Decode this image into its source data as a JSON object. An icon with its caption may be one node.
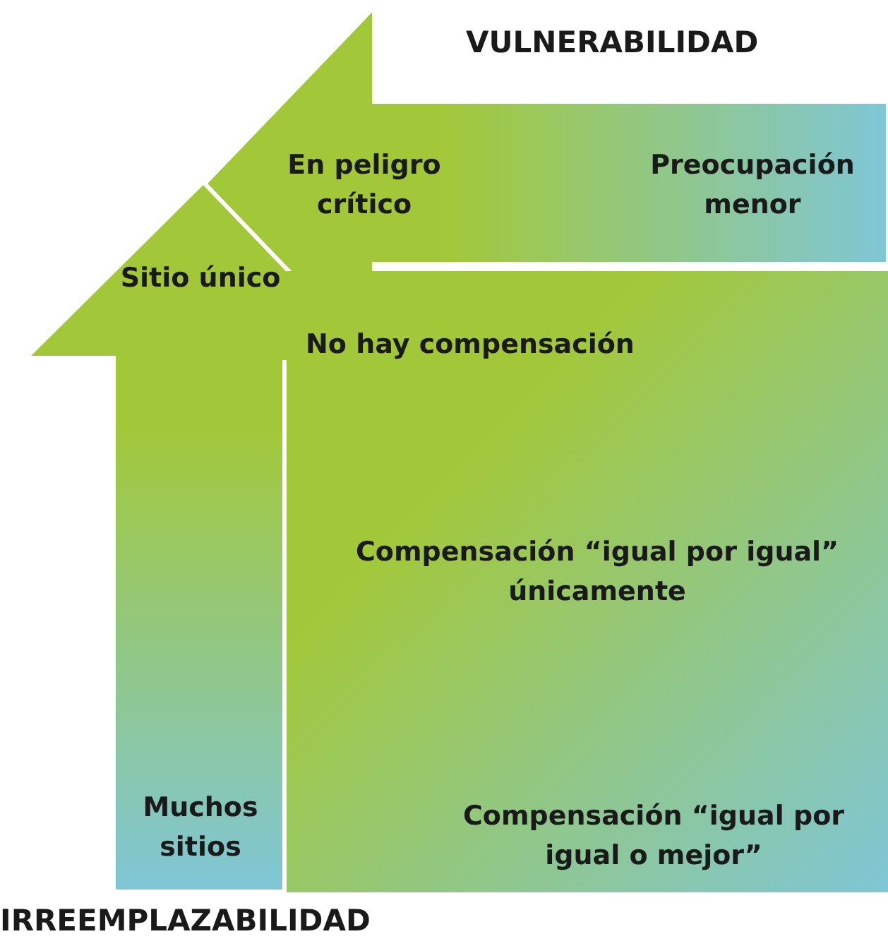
{
  "diagram": {
    "nodes": [
      {
        "text": [
          "Sitio único",
          "Muchos sitios"
        ]
      },
      {
        "text": [
          "En peligro crítico",
          "Preocupación menor"
        ]
      },
      {
        "text": [
          "No hay compensación",
          "Compensación “igual por igual” únicamente",
          "Compensación “igual por igual o mejor”"
        ]
      }
    ],
    "edges": [],
    "labels": [
      "VULNERABILIDAD",
      "IRREEMPLAZABILIDAD"
    ]
  }
}
